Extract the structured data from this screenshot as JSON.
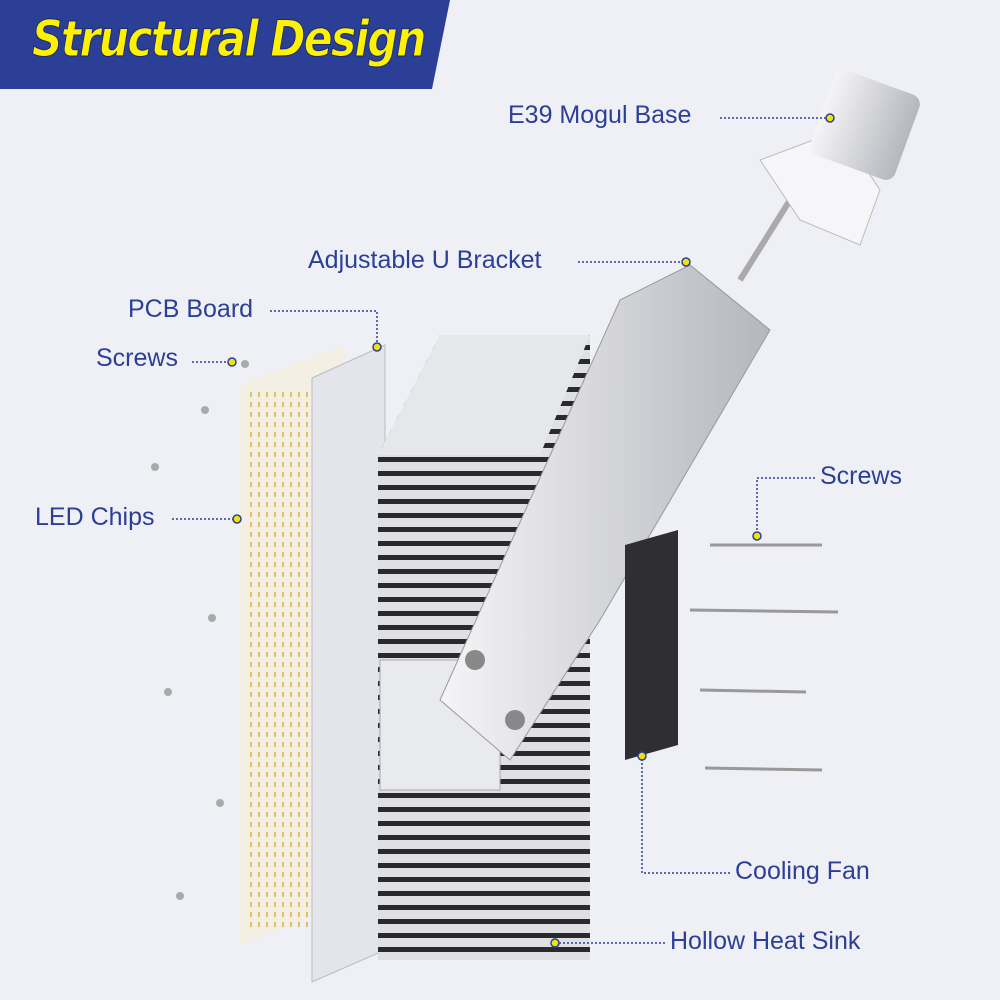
{
  "title": "Structural Design",
  "labels": {
    "base": "E39 Mogul Base",
    "bracket": "Adjustable U Bracket",
    "pcb": "PCB Board",
    "screws_left": "Screws",
    "led": "LED Chips",
    "screws_right": "Screws",
    "fan": "Cooling Fan",
    "heatsink": "Hollow Heat Sink"
  },
  "colors": {
    "banner": "#2b3f96",
    "title": "#fff200",
    "label": "#2b3f96",
    "dot": "#f2e600"
  }
}
